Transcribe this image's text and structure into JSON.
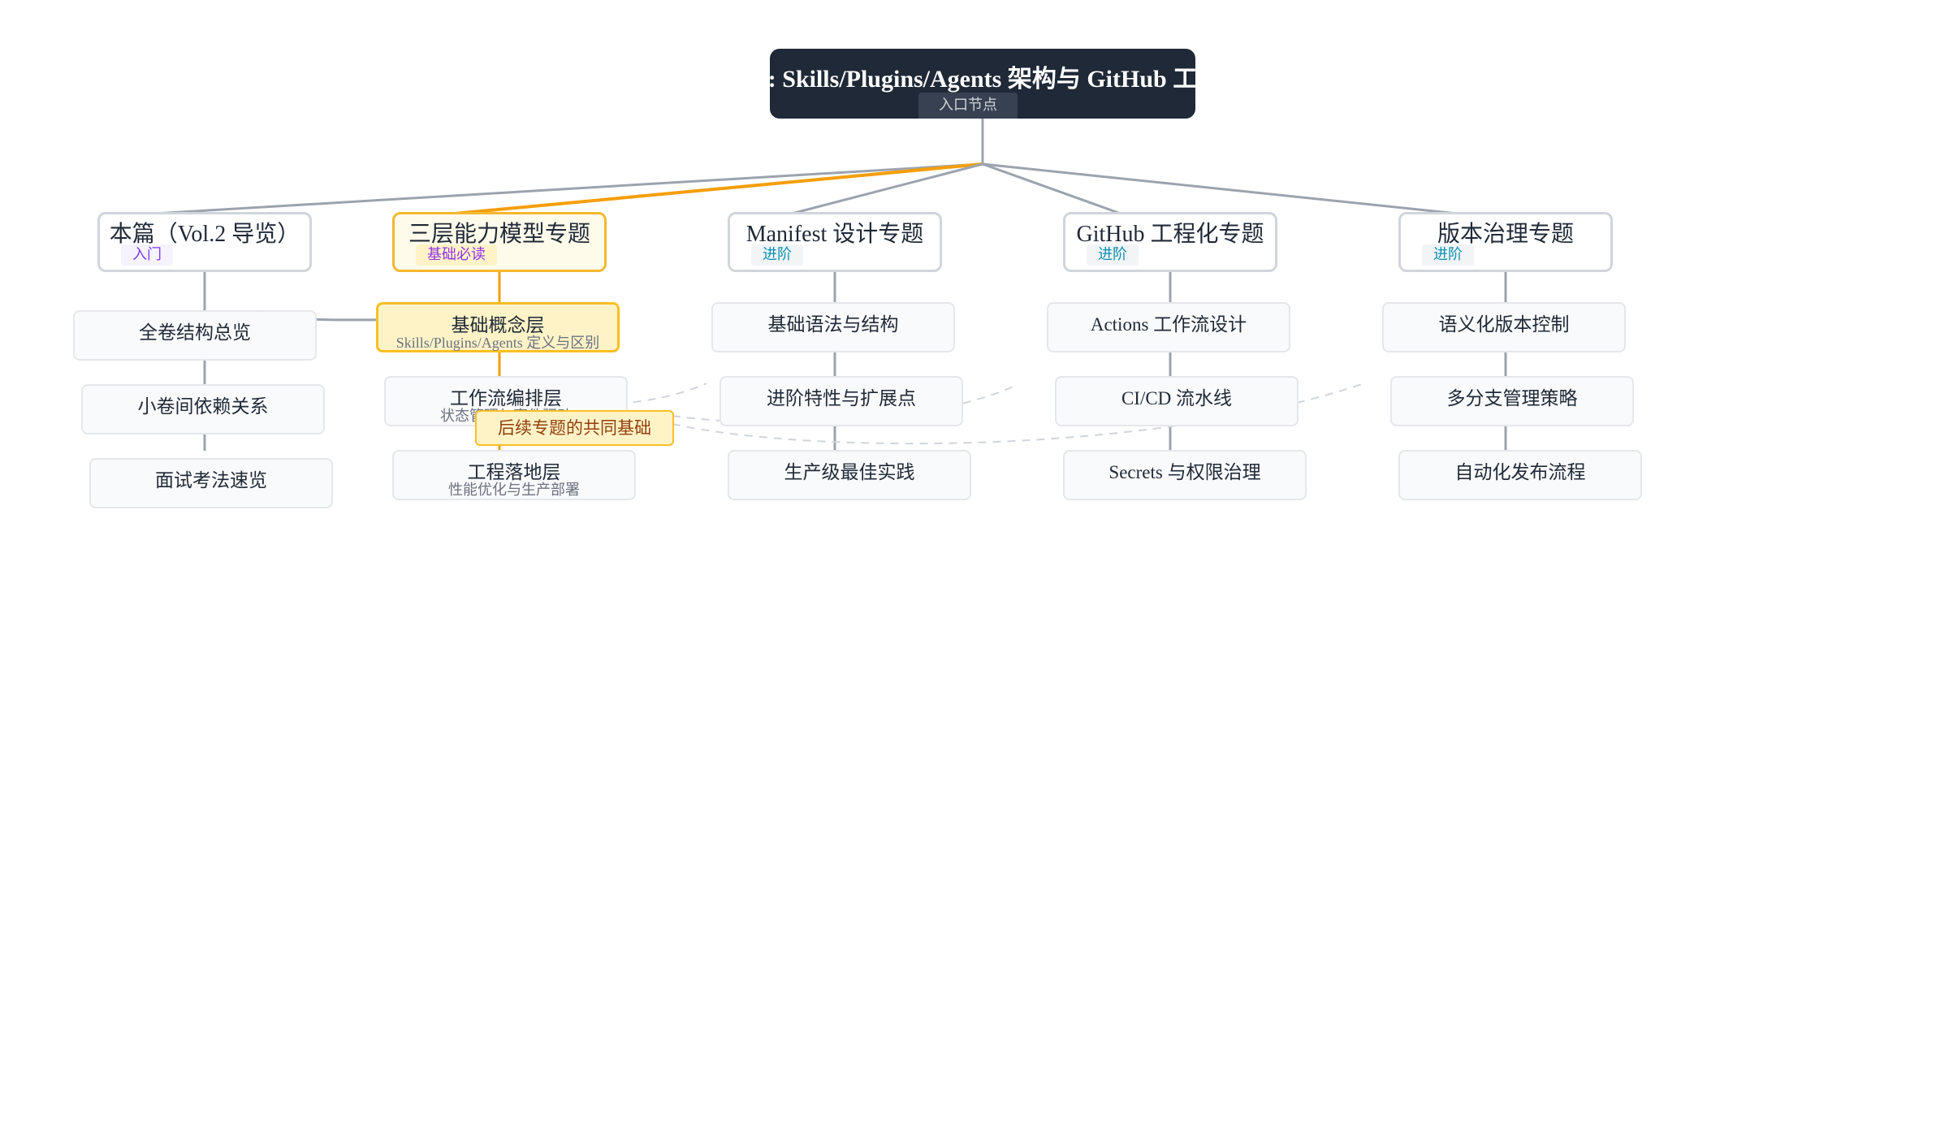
{
  "root": {
    "title": ": Skills/Plugins/Agents 架构与 GitHub 工",
    "badge": "入口节点"
  },
  "categories": [
    {
      "title": "本篇（Vol.2 导览）",
      "badge": "入门",
      "badge_color": "#7c3aed",
      "badge_bg": "#f5f3ff",
      "featured": false,
      "children": [
        {
          "title": "全卷结构总览",
          "subtitle": ""
        },
        {
          "title": "小卷间依赖关系",
          "subtitle": ""
        },
        {
          "title": "面试考法速览",
          "subtitle": ""
        }
      ]
    },
    {
      "title": "三层能力模型专题",
      "badge": "基础必读",
      "badge_color": "#9333ea",
      "badge_bg": "#fef3c7",
      "featured": true,
      "children": [
        {
          "title": "基础概念层",
          "subtitle": "Skills/Plugins/Agents 定义与区别",
          "highlight": true
        },
        {
          "title": "工作流编排层",
          "subtitle": "状态管理与事件驱动"
        },
        {
          "title": "工程落地层",
          "subtitle": "性能优化与生产部署"
        }
      ]
    },
    {
      "title": "Manifest 设计专题",
      "badge": "进阶",
      "badge_color": "#0891b2",
      "badge_bg": "#f3f4f6",
      "featured": false,
      "children": [
        {
          "title": "基础语法与结构",
          "subtitle": ""
        },
        {
          "title": "进阶特性与扩展点",
          "subtitle": ""
        },
        {
          "title": "生产级最佳实践",
          "subtitle": ""
        }
      ]
    },
    {
      "title": "GitHub 工程化专题",
      "badge": "进阶",
      "badge_color": "#0891b2",
      "badge_bg": "#f3f4f6",
      "featured": false,
      "children": [
        {
          "title": "Actions 工作流设计",
          "subtitle": ""
        },
        {
          "title": "CI/CD 流水线",
          "subtitle": ""
        },
        {
          "title": "Secrets 与权限治理",
          "subtitle": ""
        }
      ]
    },
    {
      "title": "版本治理专题",
      "badge": "进阶",
      "badge_color": "#0891b2",
      "badge_bg": "#f3f4f6",
      "featured": false,
      "children": [
        {
          "title": "语义化版本控制",
          "subtitle": ""
        },
        {
          "title": "多分支管理策略",
          "subtitle": ""
        },
        {
          "title": "自动化发布流程",
          "subtitle": ""
        }
      ]
    }
  ],
  "annotation": {
    "label": "后续专题的共同基础"
  },
  "colors": {
    "root_bg": "#1f2937",
    "accent": "#f59e0b",
    "connector": "#9ca3af",
    "dashed_link": "#d1d5db"
  }
}
